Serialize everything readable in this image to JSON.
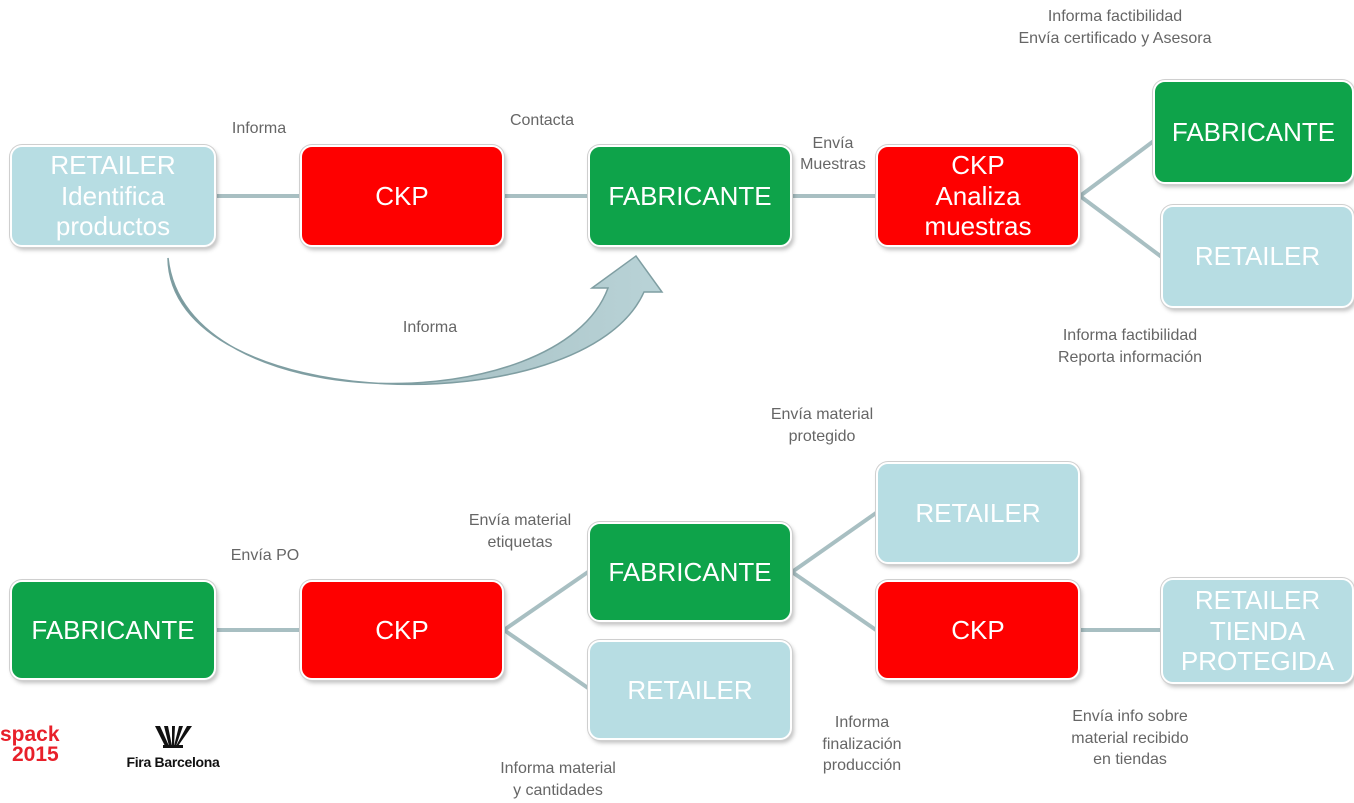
{
  "top_labels": {
    "informa_1": "Informa",
    "contacta": "Contacta",
    "envia_muestras": [
      "Envía",
      "Muestras"
    ],
    "informa_arc": "Informa",
    "factibilidad_top": [
      "Informa factibilidad",
      "Envía certificado y Asesora"
    ],
    "factibilidad_bottom": [
      "Informa factibilidad",
      "Reporta información"
    ]
  },
  "top_nodes": {
    "retailer_src": [
      "RETAILER",
      "Identifica",
      "productos"
    ],
    "ckp_1": [
      "CKP"
    ],
    "fabricante_1": [
      "FABRICANTE"
    ],
    "ckp_analiza": [
      "CKP",
      "Analiza",
      "muestras"
    ],
    "fabricante_out": [
      "FABRICANTE"
    ],
    "retailer_out": [
      "RETAILER"
    ]
  },
  "bottom_labels": {
    "envia_po": "Envía PO",
    "envia_etiquetas": [
      "Envía material",
      "etiquetas"
    ],
    "envia_protegido": [
      "Envía material",
      "protegido"
    ],
    "informa_finalizacion": [
      "Informa",
      "finalización",
      "producción"
    ],
    "envia_info_tiendas": [
      "Envía info sobre",
      "material recibido",
      "en tiendas"
    ],
    "informa_cantidades": [
      "Informa material",
      "y cantidades"
    ]
  },
  "bottom_nodes": {
    "fabricante_src": [
      "FABRICANTE"
    ],
    "ckp_2": [
      "CKP"
    ],
    "fabricante_2": [
      "FABRICANTE"
    ],
    "retailer_b1": [
      "RETAILER"
    ],
    "ckp_3": [
      "CKP"
    ],
    "retailer_b2": [
      "RETAILER"
    ],
    "retailer_tienda": [
      "RETAILER",
      "TIENDA",
      "PROTEGIDA"
    ]
  },
  "logos": {
    "hispack_word": "spack",
    "hispack_year": "2015",
    "fira": "Fira Barcelona"
  },
  "colors": {
    "ckp_red": "#fe0000",
    "fabricante_green": "#0ea34a",
    "retailer_blue": "#b7dde3",
    "connector_gray": "#a8bfc2",
    "arrow_fill": "#9fb9bd",
    "label_gray": "#666666"
  }
}
